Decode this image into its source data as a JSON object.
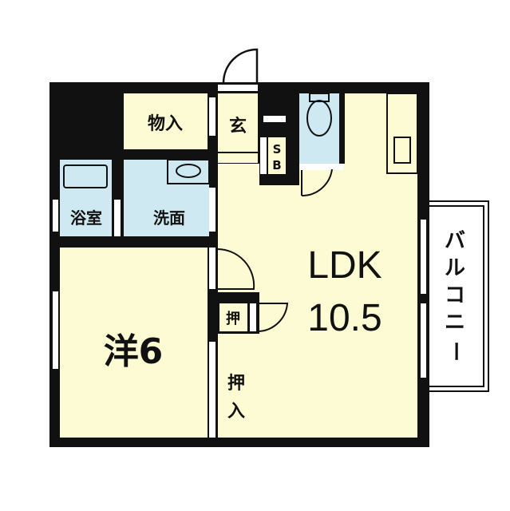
{
  "colors": {
    "wall": "#111111",
    "room": "#fdfbd3",
    "wet": "#cfe9f2",
    "background": "#ffffff"
  },
  "rooms": {
    "storage": "物入",
    "entrance": "玄",
    "shoe_box": [
      "S",
      "B"
    ],
    "bath": "浴室",
    "washroom": "洗面",
    "ldk_name": "LDK",
    "ldk_size": "10.5",
    "western_room": "洋6",
    "closet_small": "押",
    "closet": [
      "押",
      "入"
    ],
    "balcony": [
      "バ",
      "ル",
      "コ",
      "ニ",
      "ー"
    ]
  }
}
